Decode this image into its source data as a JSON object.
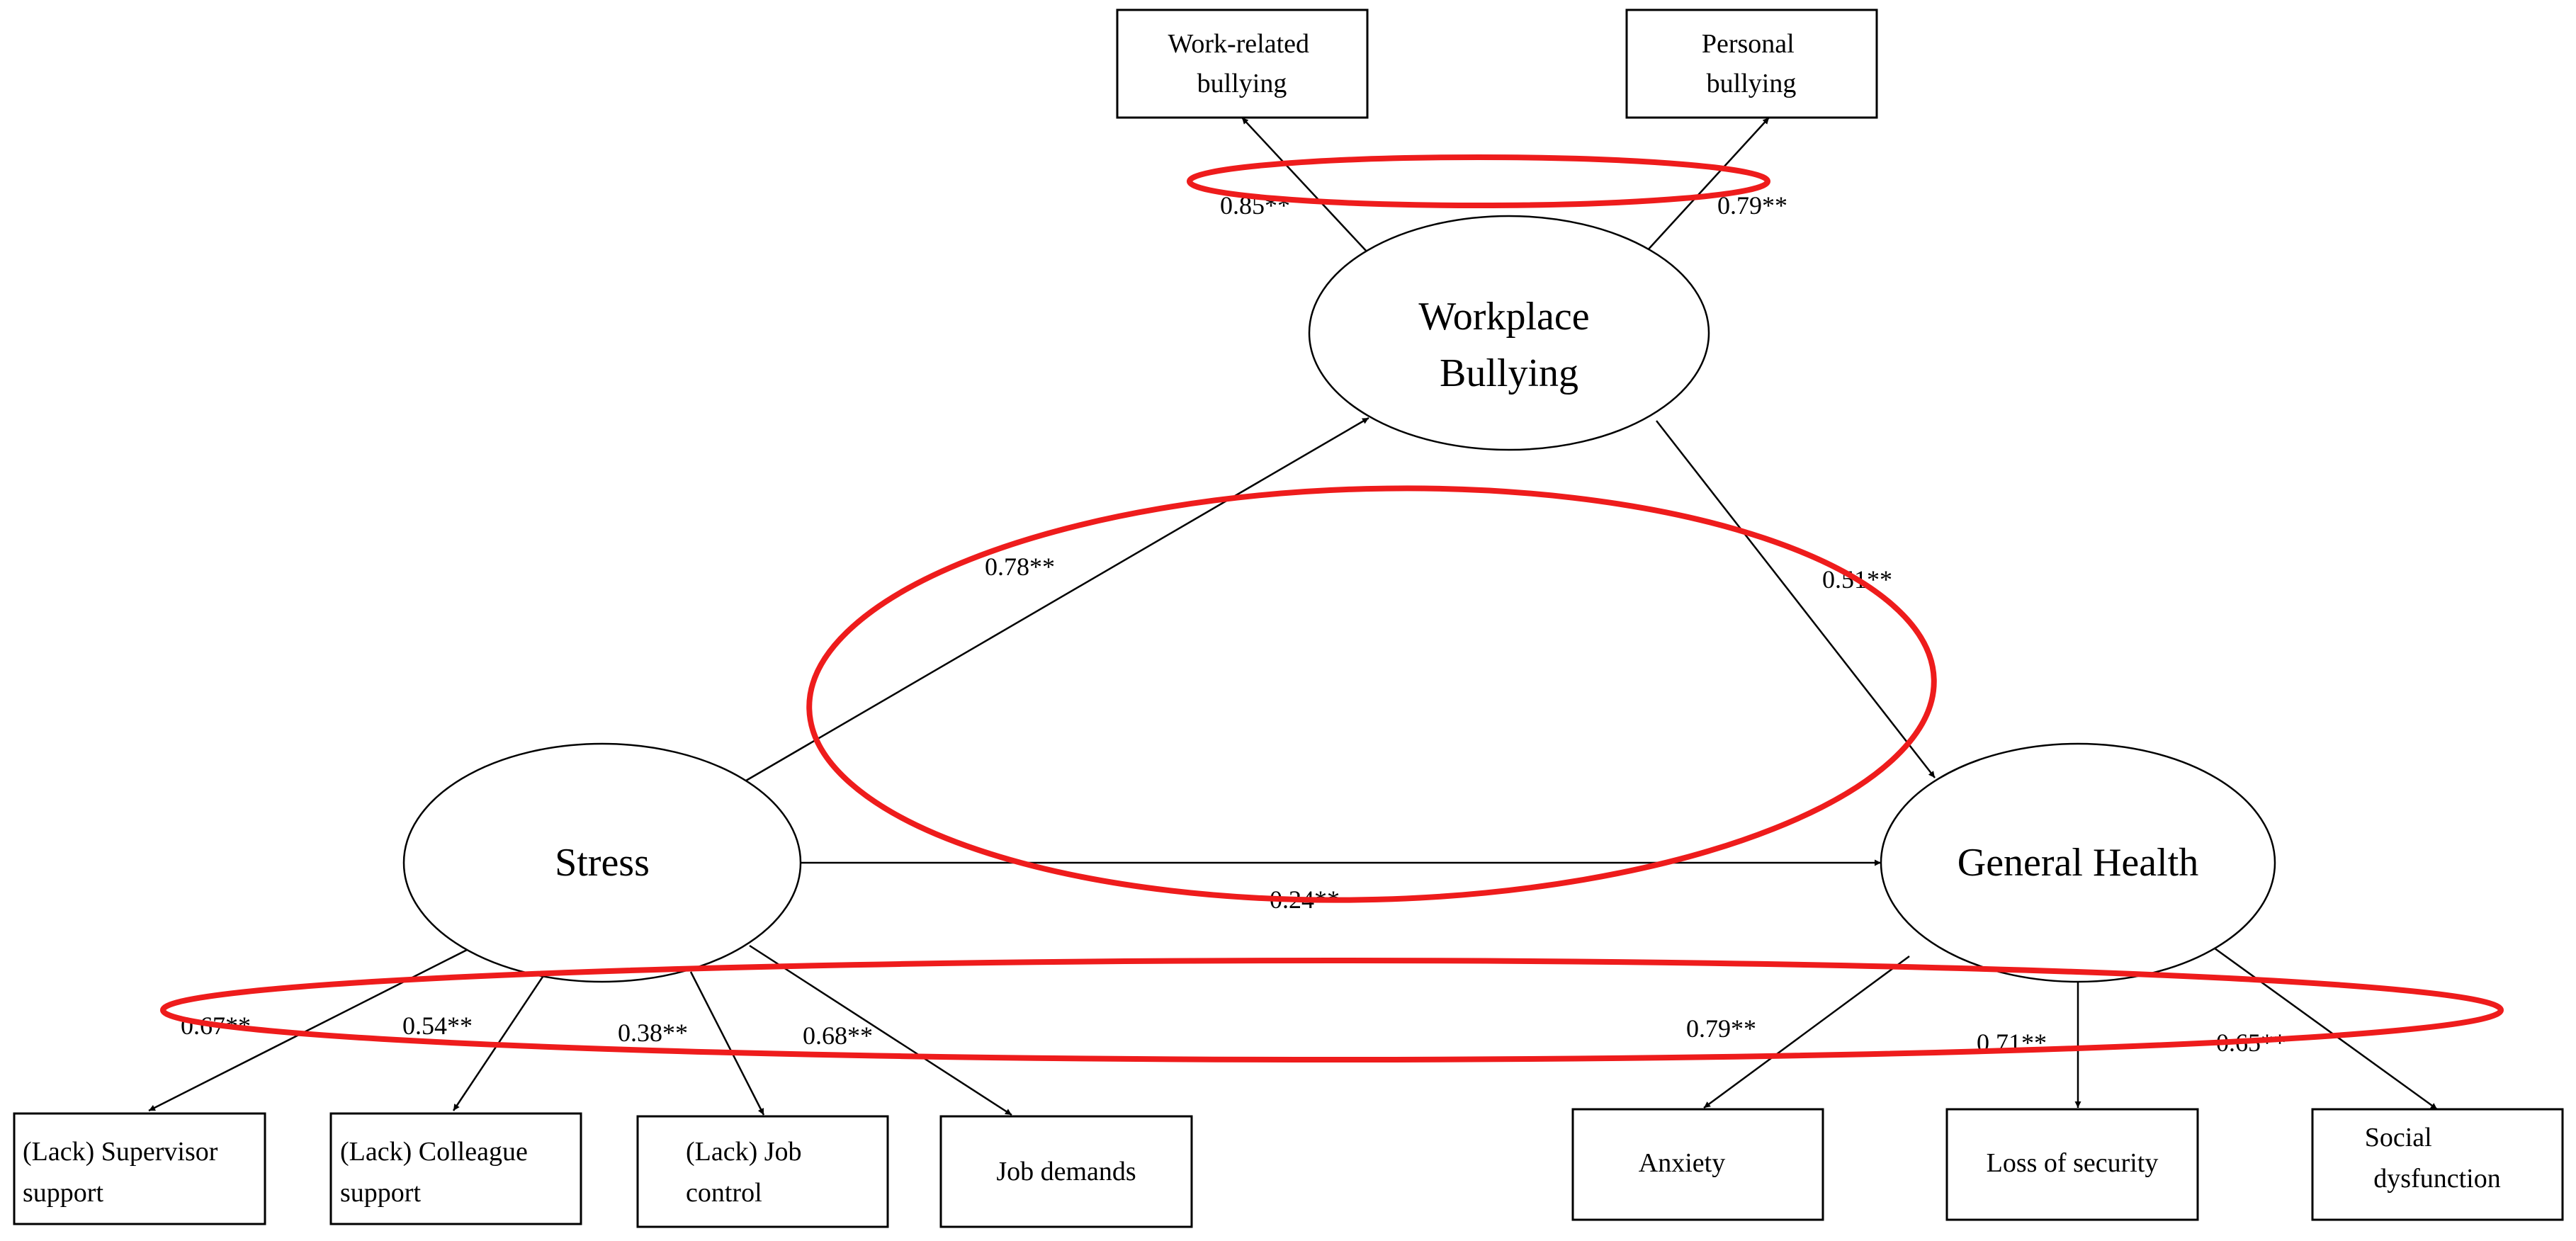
{
  "latent": {
    "bullying": [
      "Workplace",
      "Bullying"
    ],
    "stress": "Stress",
    "health": "General Health"
  },
  "indicators": {
    "work_related": [
      "Work-related",
      "bullying"
    ],
    "personal": [
      "Personal",
      "bullying"
    ],
    "supervisor": [
      "(Lack) Supervisor",
      "support"
    ],
    "colleague": [
      "(Lack) Colleague",
      "support"
    ],
    "job_control": [
      "(Lack) Job",
      "control"
    ],
    "job_demands": "Job demands",
    "anxiety": "Anxiety",
    "loss_security": "Loss of security",
    "social": [
      "Social",
      "dysfunction"
    ]
  },
  "coefficients": {
    "work_related": "0.85**",
    "personal": "0.79**",
    "stress_bullying": "0.78**",
    "bullying_health": "0.51**",
    "stress_health": "0.24**",
    "supervisor": "0.67**",
    "colleague": "0.54**",
    "job_control": "0.38**",
    "job_demands": "0.68**",
    "anxiety": "0.79**",
    "loss_security": "0.71**",
    "social": "0.65**"
  },
  "colors": {
    "highlight": "#ee1c1c",
    "line": "#000000"
  }
}
